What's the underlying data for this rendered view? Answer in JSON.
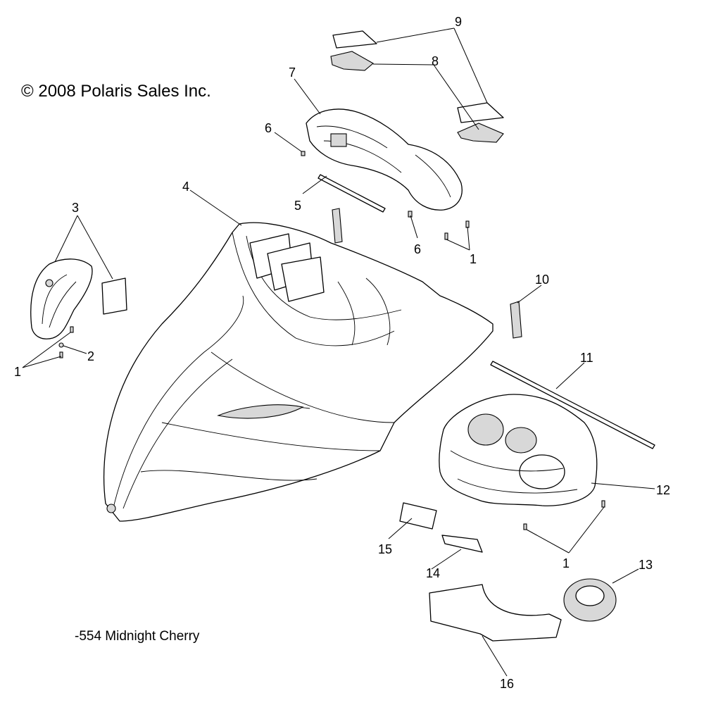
{
  "copyright": "© 2008 Polaris Sales Inc.",
  "variant_note": "-554 Midnight Cherry",
  "callouts": {
    "c1a": "1",
    "c1b": "1",
    "c1c": "1",
    "c2": "2",
    "c3": "3",
    "c4": "4",
    "c5": "5",
    "c6a": "6",
    "c6b": "6",
    "c7": "7",
    "c8": "8",
    "c9": "9",
    "c10": "10",
    "c11": "11",
    "c12": "12",
    "c13": "13",
    "c14": "14",
    "c15": "15",
    "c16": "16"
  }
}
